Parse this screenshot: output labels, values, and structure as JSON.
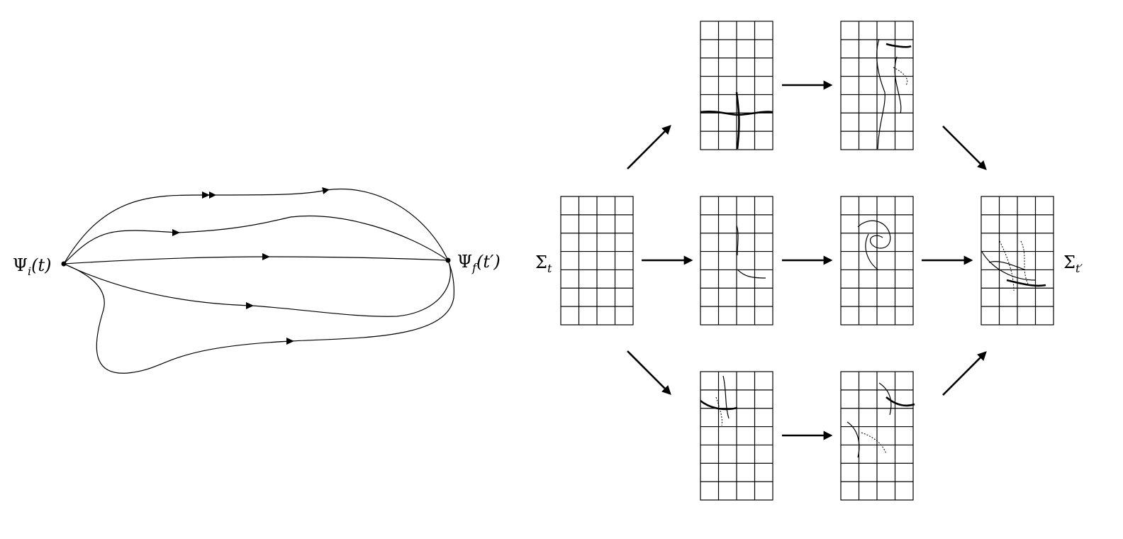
{
  "left_diagram": {
    "initial_state": {
      "main": "Ψ",
      "sub": "i",
      "arg": "(t)"
    },
    "final_state": {
      "main": "Ψ",
      "sub": "f",
      "arg": "(t′)"
    }
  },
  "right_diagram": {
    "start_surface": {
      "main": "Σ",
      "sub": "t"
    },
    "end_surface": {
      "main": "Σ",
      "sub": "t′"
    }
  }
}
